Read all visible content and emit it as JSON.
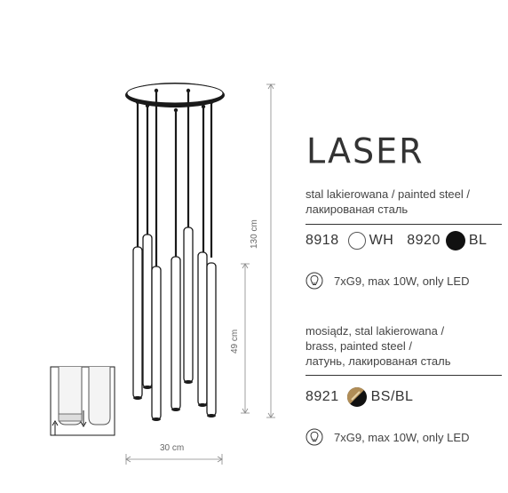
{
  "product": {
    "title": "LASER"
  },
  "dimensions": {
    "height_total": "130 cm",
    "height_cluster": "49 cm",
    "width": "30 cm"
  },
  "variant_group_1": {
    "material": [
      "stal lakierowana / painted steel /",
      "лакированая сталь"
    ],
    "options": [
      {
        "code": "8918",
        "finish": "WH",
        "color": "#ffffff"
      },
      {
        "code": "8920",
        "finish": "BL",
        "color": "#111111"
      }
    ],
    "spec": "7xG9, max 10W, only LED"
  },
  "variant_group_2": {
    "material": [
      "mosiądz, stal lakierowana /",
      "brass, painted steel /",
      "латунь, лакированая сталь"
    ],
    "options": [
      {
        "code": "8921",
        "finish": "BS/BL",
        "color": "#b08d57"
      }
    ],
    "spec": "7xG9, max 10W, only LED"
  },
  "icons": {
    "bulb": "light-bulb-icon",
    "white_swatch": "white-finish-swatch-icon",
    "black_swatch": "black-finish-swatch-icon",
    "brass_swatch": "brass-black-finish-swatch-icon"
  }
}
